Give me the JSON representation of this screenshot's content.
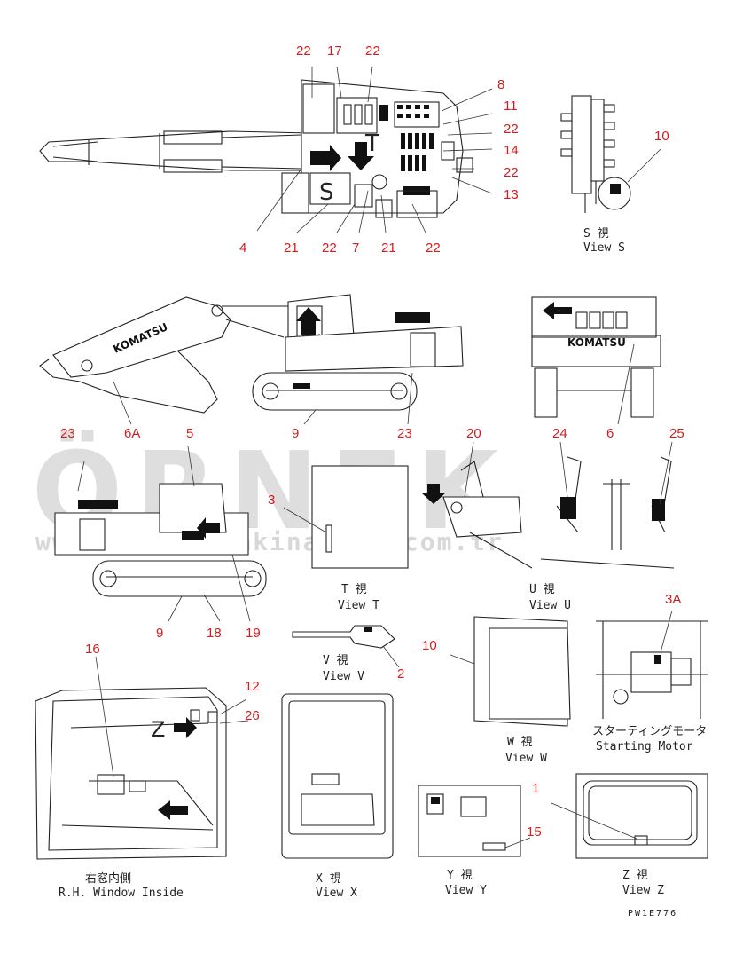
{
  "watermark": {
    "brand": "ÖRNEK",
    "site": "www.ornekismakinalari.com.tr"
  },
  "diagram_code": "PW1E776",
  "logo_text": "KOMATSU",
  "views": {
    "s": {
      "jp": "S 視",
      "en": "View S"
    },
    "t": {
      "jp": "T 視",
      "en": "View T"
    },
    "u": {
      "jp": "U 視",
      "en": "View U"
    },
    "v": {
      "jp": "V 視",
      "en": "View V"
    },
    "w": {
      "jp": "W 視",
      "en": "View W"
    },
    "x": {
      "jp": "X 視",
      "en": "View X"
    },
    "y": {
      "jp": "Y 視",
      "en": "View Y"
    },
    "z": {
      "jp": "Z 視",
      "en": "View Z"
    },
    "starting_motor": {
      "jp": "スターティングモータ",
      "en": "Starting Motor"
    },
    "rh_window": {
      "jp": "右窓内側",
      "en": "R.H. Window Inside"
    }
  },
  "letters": {
    "s": "S",
    "t": "T",
    "w": "W",
    "z": "Z"
  },
  "callouts": {
    "top_22a": "22",
    "top_17": "17",
    "top_22b": "22",
    "top_8": "8",
    "top_11": "11",
    "top_22c": "22",
    "top_14": "14",
    "top_22d": "22",
    "top_13": "13",
    "top_4": "4",
    "top_21a": "21",
    "top_22e": "22",
    "top_7": "7",
    "top_21b": "21",
    "top_22f": "22",
    "s_10": "10",
    "side_9": "9",
    "side_23": "23",
    "side_6A": "6A",
    "rear_6": "6",
    "left_23": "23",
    "left_5": "5",
    "left_9": "9",
    "left_18": "18",
    "left_19": "19",
    "t_3": "3",
    "u_20": "20",
    "u_24": "24",
    "u_25": "25",
    "v_2": "2",
    "w_10": "10",
    "m_3A": "3A",
    "r_16": "16",
    "r_12": "12",
    "r_26": "26",
    "y_15": "15",
    "z_1": "1"
  }
}
